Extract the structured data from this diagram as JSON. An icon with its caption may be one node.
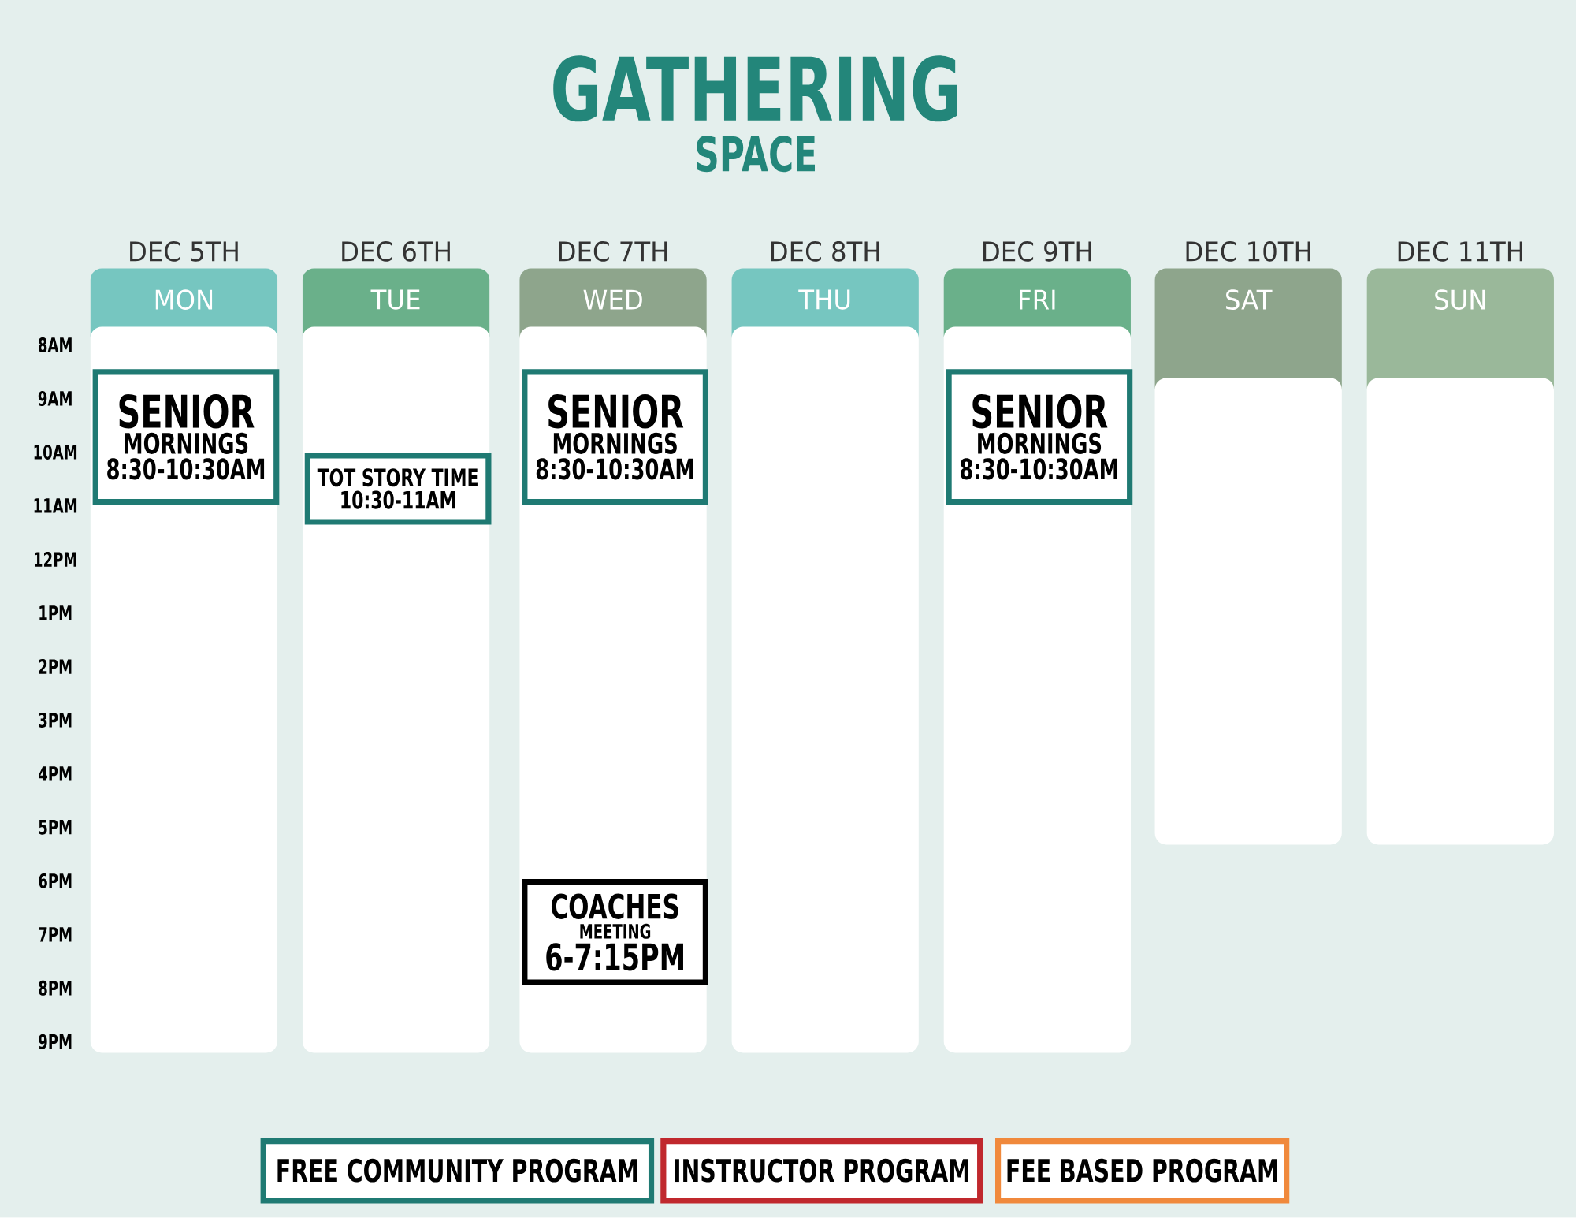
{
  "diagram": {
    "title": "GATHERING",
    "nodes": [
      {
        "text": [
          "MON"
        ],
        "beside": [
          "DEC 5TH"
        ]
      },
      {
        "text": [
          "TUE"
        ],
        "beside": [
          "DEC 6TH"
        ]
      },
      {
        "text": [
          "WED"
        ],
        "beside": [
          "DEC 7TH"
        ]
      },
      {
        "text": [
          "THU"
        ],
        "beside": [
          "DEC 8TH"
        ]
      },
      {
        "text": [
          "FRI"
        ],
        "beside": [
          "DEC 9TH"
        ]
      },
      {
        "text": [
          "SAT"
        ],
        "beside": [
          "DEC 10TH"
        ]
      },
      {
        "text": [
          "SUN"
        ],
        "beside": [
          "DEC 11TH"
        ]
      },
      {
        "text": [
          "SENIOR",
          "MORNINGS",
          "8:30-10:30AM"
        ],
        "in": 0
      },
      {
        "text": [
          "TOT STORY TIME",
          "10:30-11AM"
        ],
        "in": 1
      },
      {
        "text": [
          "SENIOR",
          "MORNINGS",
          "8:30-10:30AM"
        ],
        "in": 2
      },
      {
        "text": [
          "COACHES",
          "MEETING",
          "6-7:15PM"
        ],
        "in": 2
      },
      {
        "text": [
          "SENIOR",
          "MORNINGS",
          "8:30-10:30AM"
        ],
        "in": 4
      }
    ],
    "labels": [
      "SPACE",
      "8AM",
      "9AM",
      "10AM",
      "11AM",
      "12PM",
      "1PM",
      "2PM",
      "3PM",
      "4PM",
      "5PM",
      "6PM",
      "7PM",
      "8PM",
      "9PM"
    ],
    "legend": [
      {
        "text": "FREE COMMUNITY PROGRAM",
        "color": "#1f7a73"
      },
      {
        "text": "INSTRUCTOR PROGRAM",
        "color": "#c0282d"
      },
      {
        "text": "FEE BASED PROGRAM",
        "color": "#f0893c"
      }
    ]
  }
}
